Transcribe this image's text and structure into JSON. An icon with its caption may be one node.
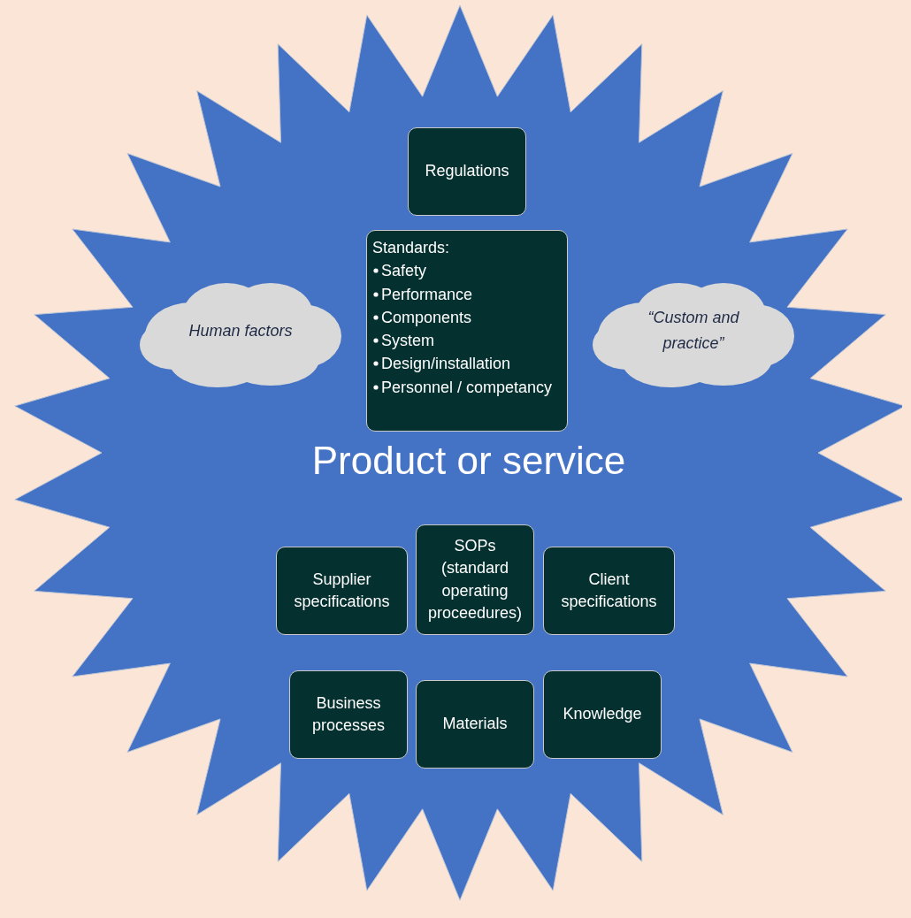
{
  "diagram": {
    "nodes": [
      {
        "text": [
          "Product or service"
        ]
      },
      {
        "text": [
          "Regulations"
        ],
        "in": 0
      },
      {
        "text": [
          "Standards:",
          "Safety",
          "Performance",
          "Components",
          "System",
          "Design/installation",
          "Personnel / competancy"
        ],
        "in": 0
      },
      {
        "text": [
          "Human factors"
        ],
        "in": 0
      },
      {
        "text": [
          "“Custom and practice”"
        ],
        "in": 0
      },
      {
        "text": [
          "Supplier specifications"
        ],
        "in": 0
      },
      {
        "text": [
          "SOPs (standard operating proceedures)"
        ],
        "in": 0
      },
      {
        "text": [
          "Client specifications"
        ],
        "in": 0
      },
      {
        "text": [
          "Business processes"
        ],
        "in": 0
      },
      {
        "text": [
          "Materials"
        ],
        "in": 0
      },
      {
        "text": [
          "Knowledge"
        ],
        "in": 0
      }
    ]
  }
}
